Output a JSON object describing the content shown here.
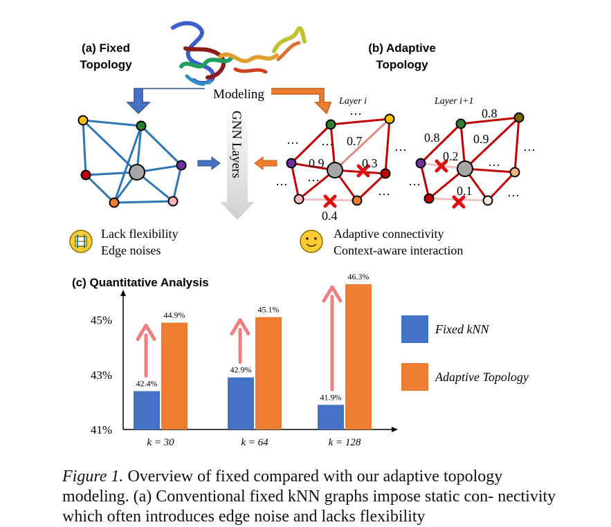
{
  "panel_a": {
    "title_line1": "(a) Fixed",
    "title_line2": "Topology",
    "desc_line1": "Lack flexibility",
    "desc_line2": "Edge noises"
  },
  "panel_b": {
    "title_line1": "(b) Adaptive",
    "title_line2": "Topology",
    "desc_line1": "Adaptive connectivity",
    "desc_line2": "Context-aware interaction",
    "layer_i": "Layer i",
    "layer_i1": "Layer i+1",
    "weights_i": [
      "0.7",
      "0.9",
      "0.3",
      "0.4"
    ],
    "weights_i1": [
      "0.8",
      "0.8",
      "0.9",
      "0.2",
      "0.1"
    ],
    "ellipsis": "…"
  },
  "center": {
    "modeling": "Modeling",
    "gnn_layers": "GNN Layers"
  },
  "panel_c": {
    "title": "(c) Quantitative Analysis"
  },
  "chart_data": {
    "type": "bar",
    "categories": [
      "k = 30",
      "k = 64",
      "k = 128"
    ],
    "series": [
      {
        "name": "Fixed kNN",
        "values": [
          42.4,
          42.9,
          41.9
        ],
        "color": "#4472c4"
      },
      {
        "name": "Adaptive Topology",
        "values": [
          44.9,
          45.1,
          46.3
        ],
        "color": "#ed7d31"
      }
    ],
    "value_labels": {
      "Fixed kNN": [
        "42.4%",
        "42.9%",
        "41.9%"
      ],
      "Adaptive Topology": [
        "44.9%",
        "45.1%",
        "46.3%"
      ]
    },
    "yticks": [
      "41%",
      "43%",
      "45%"
    ],
    "ytick_values": [
      41,
      43,
      45
    ],
    "ylim": [
      41,
      46.3
    ],
    "legend_position": "right",
    "arrow_color": "#f08080"
  },
  "caption": {
    "label": "Figure 1.",
    "text": "Overview of fixed compared with our adaptive topology modeling. (a) Conventional fixed kNN graphs impose static con- nectivity which often introduces edge noise and lacks flexibility"
  },
  "colors": {
    "fixed_edge": "#2e75b6",
    "adaptive_edge": "#c00000",
    "weak_edge": "#e8a0a0",
    "arrow_blue": "#4472c4",
    "arrow_orange": "#ed7d31",
    "node_gray": "#a6a6a6"
  }
}
